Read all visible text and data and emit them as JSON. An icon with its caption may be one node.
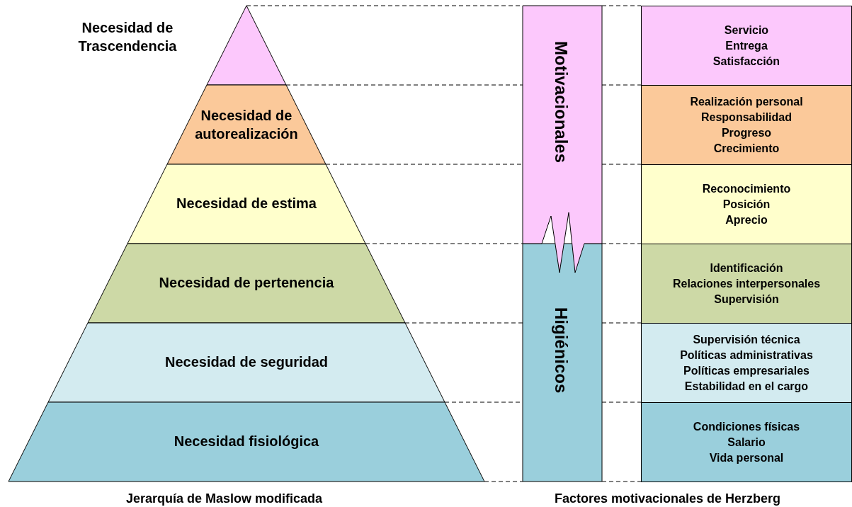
{
  "diagram": {
    "nodes": [
      {
        "text": [
          "Necesidad de Trascendencia"
        ]
      },
      {
        "text": [
          "Necesidad de autorealización"
        ]
      },
      {
        "text": [
          "Necesidad de estima"
        ]
      },
      {
        "text": [
          "Necesidad de pertenencia"
        ]
      },
      {
        "text": [
          "Necesidad de seguridad"
        ]
      },
      {
        "text": [
          "Necesidad fisiológica"
        ]
      },
      {
        "text": [
          "Motivacionales"
        ]
      },
      {
        "text": [
          "Higiénicos"
        ]
      },
      {
        "text": [
          "Servicio",
          "Entrega",
          "Satisfacción"
        ]
      },
      {
        "text": [
          "Realización personal",
          "Responsabilidad",
          "Progreso",
          "Crecimiento"
        ]
      },
      {
        "text": [
          "Reconocimiento",
          "Posición",
          "Aprecio"
        ]
      },
      {
        "text": [
          "Identificación",
          "Relaciones interpersonales",
          "Supervisión"
        ]
      },
      {
        "text": [
          "Supervisión técnica",
          "Políticas administrativas",
          "Políticas empresariales",
          "Estabilidad en el cargo"
        ]
      },
      {
        "text": [
          "Condiciones físicas",
          "Salario",
          "Vida personal"
        ]
      }
    ],
    "edges": [],
    "labels": [
      "Jerarquía de Maslow modificada",
      "Factores motivacionales de Herzberg"
    ]
  }
}
